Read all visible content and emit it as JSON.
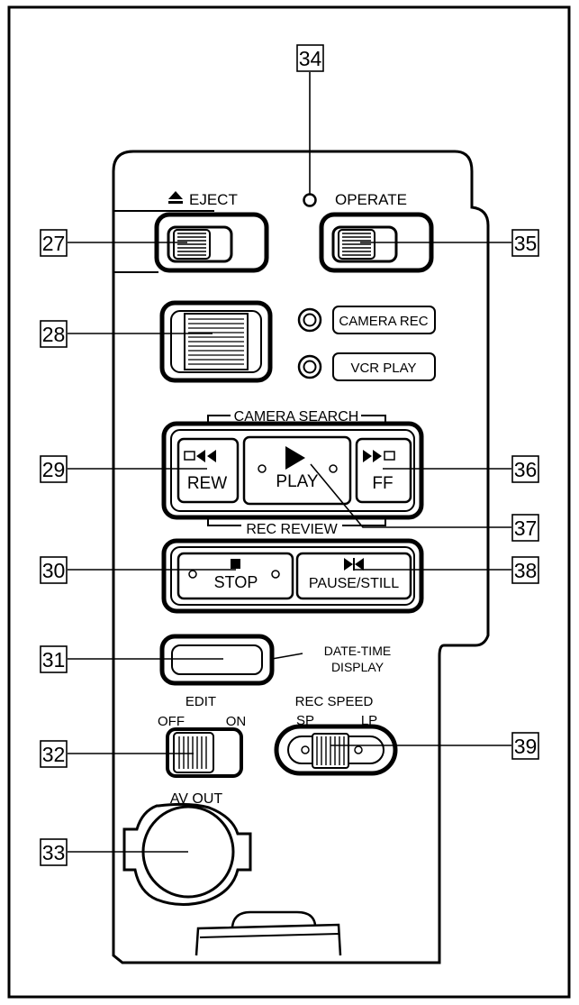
{
  "labels": {
    "eject": "EJECT",
    "operate": "OPERATE",
    "camera_rec": "CAMERA REC",
    "vcr_play": "VCR PLAY",
    "camera_search": "CAMERA SEARCH",
    "rec_review": "REC REVIEW",
    "rew": "REW",
    "play": "PLAY",
    "ff": "FF",
    "stop": "STOP",
    "pause_still": "PAUSE/STILL",
    "date_time_1": "DATE-TIME",
    "date_time_2": "DISPLAY",
    "edit": "EDIT",
    "off": "OFF",
    "on": "ON",
    "rec_speed": "REC SPEED",
    "sp": "SP",
    "lp": "LP",
    "av_out": "AV OUT"
  },
  "callouts": [
    "27",
    "28",
    "29",
    "30",
    "31",
    "32",
    "33",
    "34",
    "35",
    "36",
    "37",
    "38",
    "39"
  ],
  "icons": [
    "eject-icon",
    "rewind-icon",
    "play-icon",
    "fast-forward-icon",
    "stop-icon",
    "pause-still-icon"
  ]
}
